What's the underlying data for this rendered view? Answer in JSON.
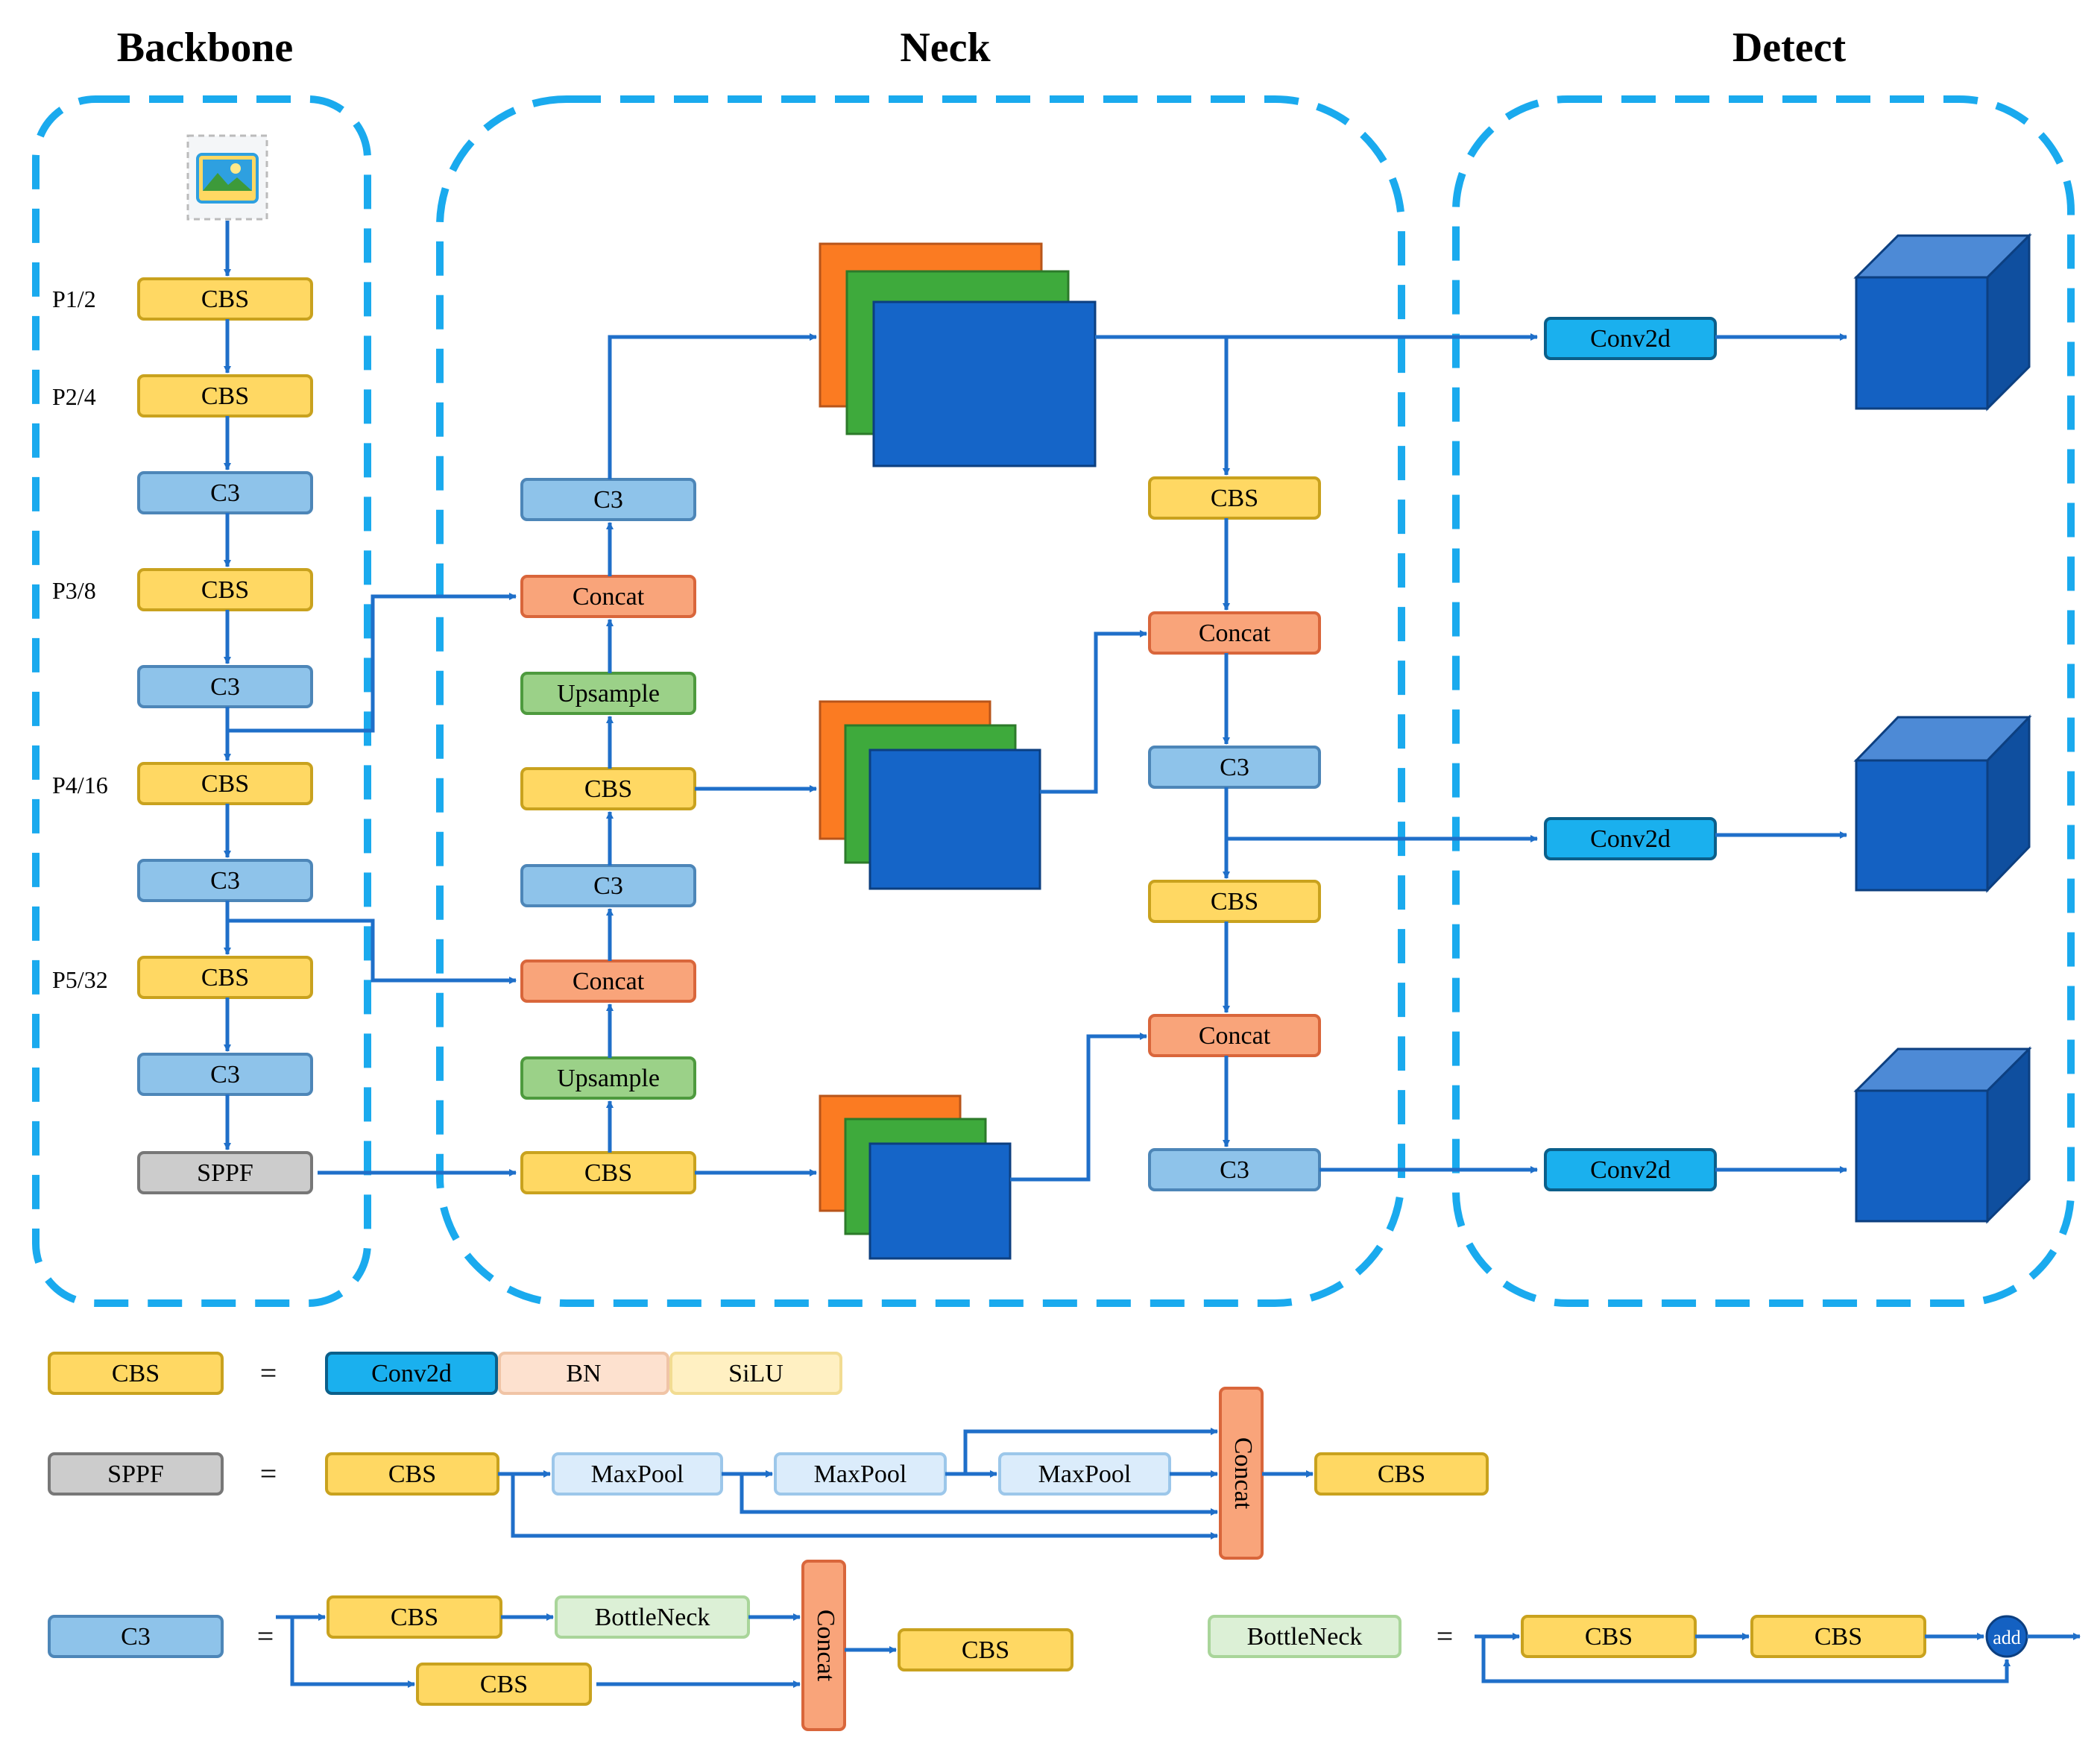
{
  "sections": {
    "backbone": "Backbone",
    "neck": "Neck",
    "detect": "Detect"
  },
  "colors": {
    "cbs": "#ffd863",
    "cbs_border": "#c9a21e",
    "c3": "#8ec3ea",
    "c3_border": "#4d86b8",
    "concat": "#f9a47a",
    "concat_border": "#d9663b",
    "upsample": "#9bd188",
    "upsample_border": "#4e9a3e",
    "sppf": "#cccccc",
    "conv2d": "#1ab0ee",
    "bn": "#fde1cf",
    "silu": "#fff0c2",
    "maxpool": "#dbecfb",
    "bottleneck": "#dcf0d6",
    "arrow": "#1f6fc9",
    "dash": "#1aaaee",
    "feat_orange": "#fb7b22",
    "feat_green": "#3eaa3c",
    "feat_blue": "#1565c8",
    "cube_front": "#1461c2",
    "cube_top": "#4d8ad6",
    "cube_side": "#0f4f9f"
  },
  "backbone": {
    "input_icon": "image-icon",
    "p_labels": [
      "P1/2",
      "P2/4",
      "P3/8",
      "P4/16",
      "P5/32"
    ],
    "blocks": [
      "CBS",
      "CBS",
      "C3",
      "CBS",
      "C3",
      "CBS",
      "C3",
      "CBS",
      "C3",
      "SPPF"
    ]
  },
  "neck": {
    "left_column": [
      "C3",
      "Concat",
      "Upsample",
      "CBS",
      "C3",
      "Concat",
      "Upsample",
      "CBS"
    ],
    "right_column": [
      "CBS",
      "Concat",
      "C3",
      "CBS",
      "Concat",
      "C3"
    ]
  },
  "detect": {
    "heads": [
      "Conv2d",
      "Conv2d",
      "Conv2d"
    ]
  },
  "legend": {
    "cbs_row": {
      "name": "CBS",
      "eq": "=",
      "parts": [
        "Conv2d",
        "BN",
        "SiLU"
      ]
    },
    "sppf_row": {
      "name": "SPPF",
      "eq": "=",
      "parts": [
        "CBS",
        "MaxPool",
        "MaxPool",
        "MaxPool",
        "Concat",
        "CBS"
      ]
    },
    "c3_row": {
      "name": "C3",
      "eq": "=",
      "parts": [
        "CBS",
        "BottleNeck",
        "CBS",
        "Concat",
        "CBS"
      ]
    },
    "bottleneck_row": {
      "name": "BottleNeck",
      "eq": "=",
      "parts": [
        "CBS",
        "CBS",
        "add"
      ]
    }
  }
}
